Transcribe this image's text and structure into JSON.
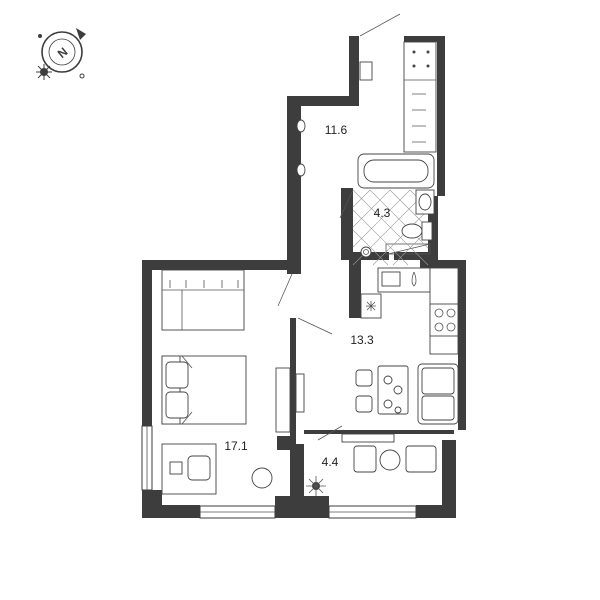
{
  "compass": {
    "letter": "N",
    "icon": "compass-icon"
  },
  "rooms": [
    {
      "id": "corridor",
      "area": "11.6"
    },
    {
      "id": "bathroom",
      "area": "4.3"
    },
    {
      "id": "kitchen",
      "area": "13.3"
    },
    {
      "id": "bedroom",
      "area": "17.1"
    },
    {
      "id": "balcony",
      "area": "4.4"
    }
  ],
  "colors": {
    "wall": "#3d3d3d",
    "background": "#ffffff"
  }
}
